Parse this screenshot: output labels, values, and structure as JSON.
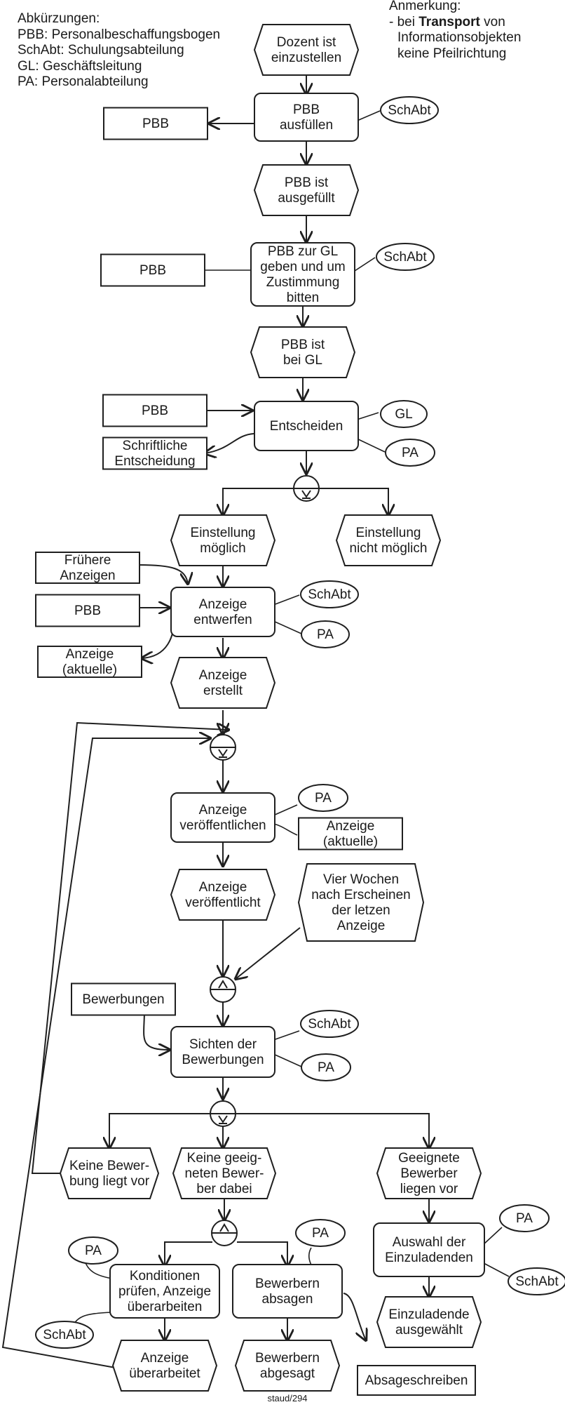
{
  "abbreviations": {
    "title": "Abkürzungen:",
    "items": [
      "PBB: Personalbeschaffungsbogen",
      "SchAbt: Schulungsabteilung",
      "GL: Geschäftsleitung",
      "PA: Personalabteilung"
    ]
  },
  "remark": {
    "title": "Anmerkung:",
    "prefix": "- bei ",
    "bold": "Transport",
    "suffix": " von",
    "line2": "Informationsobjekten",
    "line3": "keine Pfeilrichtung"
  },
  "events": {
    "e_start": [
      "Dozent ist",
      "einzustellen"
    ],
    "e_pbb_filled": [
      "PBB ist",
      "ausgefüllt"
    ],
    "e_pbb_gl": [
      "PBB ist",
      "bei GL"
    ],
    "e_possible": [
      "Einstellung",
      "möglich"
    ],
    "e_not_possible": [
      "Einstellung",
      "nicht möglich"
    ],
    "e_ad_created": [
      "Anzeige",
      "erstellt"
    ],
    "e_ad_published": [
      "Anzeige",
      "veröffentlicht"
    ],
    "e_four_weeks": [
      "Vier Wochen",
      "nach Erscheinen",
      "der letzen",
      "Anzeige"
    ],
    "e_no_applications": [
      "Keine Bewer-",
      "bung liegt vor"
    ],
    "e_no_suitable": [
      "Keine geeig-",
      "neten Bewer-",
      "ber dabei"
    ],
    "e_suitable": [
      "Geeignete",
      "Bewerber",
      "liegen vor"
    ],
    "e_ad_revised": [
      "Anzeige",
      "überarbeitet"
    ],
    "e_rejected": [
      "Bewerbern",
      "abgesagt"
    ],
    "e_selected": [
      "Einzuladende",
      "ausgewählt"
    ]
  },
  "functions": {
    "f_fill": [
      "PBB",
      "ausfüllen"
    ],
    "f_submit": [
      "PBB zur GL",
      "geben und um",
      "Zustimmung",
      "bitten"
    ],
    "f_decide": [
      "Entscheiden"
    ],
    "f_draft": [
      "Anzeige",
      "entwerfen"
    ],
    "f_publish": [
      "Anzeige",
      "veröffentlichen"
    ],
    "f_review": [
      "Sichten der",
      "Bewerbungen"
    ],
    "f_conditions": [
      "Konditionen",
      "prüfen, Anzeige",
      "überarbeiten"
    ],
    "f_reject": [
      "Bewerbern",
      "absagen"
    ],
    "f_select": [
      "Auswahl der",
      "Einzuladenden"
    ]
  },
  "info_objects": {
    "i_pbb1": [
      "PBB"
    ],
    "i_pbb2": [
      "PBB"
    ],
    "i_pbb3": [
      "PBB"
    ],
    "i_decision": [
      "Schriftliche",
      "Entscheidung"
    ],
    "i_earlier_ads": [
      "Frühere",
      "Anzeigen"
    ],
    "i_pbb4": [
      "PBB"
    ],
    "i_ad_current1": [
      "Anzeige",
      "(aktuelle)"
    ],
    "i_ad_current2": [
      "Anzeige",
      "(aktuelle)"
    ],
    "i_applications": [
      "Bewerbungen"
    ],
    "i_rejection_letter": [
      "Absageschreiben"
    ]
  },
  "org_units": {
    "o_schabt1": "SchAbt",
    "o_schabt2": "SchAbt",
    "o_gl": "GL",
    "o_pa1": "PA",
    "o_schabt3": "SchAbt",
    "o_pa2": "PA",
    "o_pa3": "PA",
    "o_schabt4": "SchAbt",
    "o_pa4": "PA",
    "o_pa5": "PA",
    "o_schabt5": "SchAbt",
    "o_pa6": "PA",
    "o_pa7": "PA",
    "o_schabt6": "SchAbt"
  },
  "connectors": {
    "c1": "XOR",
    "c2": "XOR",
    "c3": "AND",
    "c4": "XOR",
    "c5": "AND"
  },
  "footer": "staud/294"
}
